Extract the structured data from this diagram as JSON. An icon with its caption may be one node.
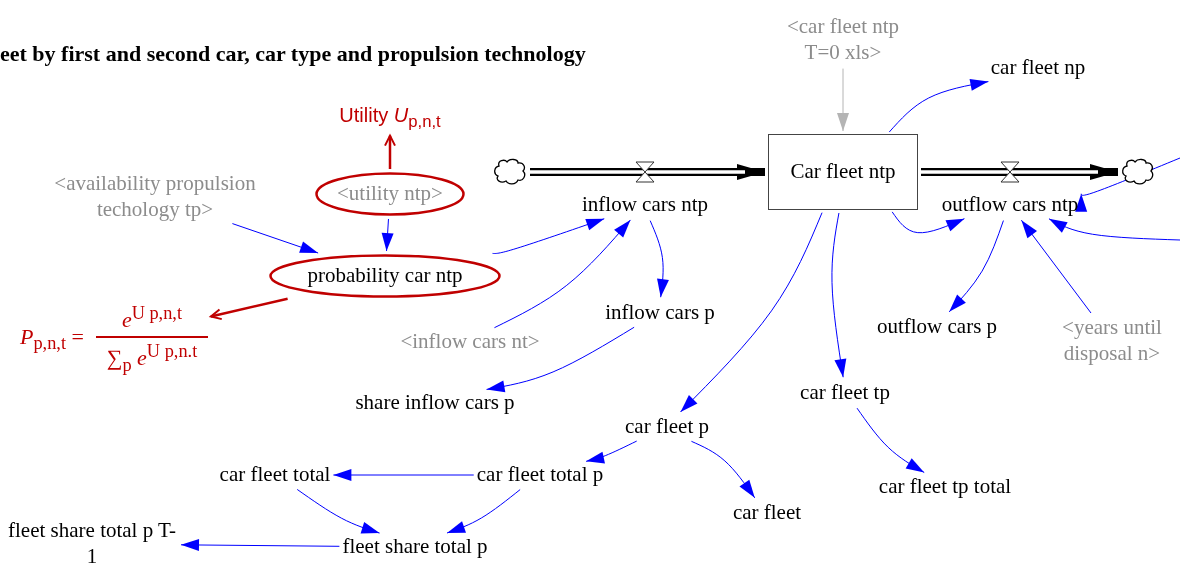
{
  "diagram": {
    "title": "eet by first and second car, car type and propulsion technology",
    "nodes": [
      {
        "text": [
          "Utility *U*$_{p,n,t}$"
        ]
      },
      {
        "text": [
          "<utility ntp>"
        ]
      },
      {
        "text": [
          "<availability propulsion techology tp>"
        ]
      },
      {
        "text": [
          "probability car ntp"
        ]
      },
      {
        "text": [
          "*P*$_{p,n,t}$ =",
          "*e*$^{U p,n,t}$",
          "∑$_{p}$ *e*$^{U p,n.t}$"
        ]
      },
      {
        "text": [],
        "shape": "cloud"
      },
      {
        "text": [
          "inflow cars ntp"
        ]
      },
      {
        "text": [
          "Car fleet ntp"
        ]
      },
      {
        "text": [
          "outflow cars ntp"
        ]
      },
      {
        "text": [],
        "shape": "cloud"
      },
      {
        "text": [
          "<car fleet ntp T=0 xls>"
        ]
      },
      {
        "text": [
          "car fleet np"
        ]
      },
      {
        "text": [
          "<inflow cars nt>"
        ]
      },
      {
        "text": [
          "inflow cars p"
        ]
      },
      {
        "text": [
          "share inflow cars p"
        ]
      },
      {
        "text": [
          "outflow cars p"
        ]
      },
      {
        "text": [
          "<years until disposal n>"
        ]
      },
      {
        "text": [
          "car fleet tp"
        ]
      },
      {
        "text": [
          "car fleet p"
        ]
      },
      {
        "text": [
          "car fleet tp total"
        ]
      },
      {
        "text": [
          "car fleet"
        ]
      },
      {
        "text": [
          "car fleet total"
        ]
      },
      {
        "text": [
          "car fleet total p"
        ]
      },
      {
        "text": [
          "fleet share total p"
        ]
      },
      {
        "text": [
          "fleet share total p T-1"
        ]
      }
    ],
    "edges": [
      {
        "from": 1,
        "to": 0,
        "arrow": "to",
        "color": "#c00000"
      },
      {
        "from": 1,
        "to": 3,
        "arrow": "to"
      },
      {
        "from": 2,
        "to": 3,
        "arrow": "to"
      },
      {
        "from": 3,
        "to": 4,
        "arrow": "to",
        "color": "#c00000"
      },
      {
        "from": 5,
        "to": 7,
        "arrow": "to",
        "style": "thick",
        "color": "#000000"
      },
      {
        "from": 7,
        "to": 9,
        "arrow": "to",
        "style": "thick",
        "color": "#000000"
      },
      {
        "from": 3,
        "to": 6,
        "arrow": "to"
      },
      {
        "from": 12,
        "to": 6,
        "arrow": "to"
      },
      {
        "from": 6,
        "to": 13,
        "arrow": "to"
      },
      {
        "from": 13,
        "to": 14,
        "arrow": "to"
      },
      {
        "from": 10,
        "to": 7,
        "arrow": "to",
        "color": "#b4b4b4"
      },
      {
        "from": 7,
        "to": 11,
        "arrow": "to"
      },
      {
        "from": 7,
        "to": 8,
        "arrow": "to"
      },
      {
        "from": null,
        "to": 8,
        "arrow": "to"
      },
      {
        "from": null,
        "to": 8,
        "arrow": "to"
      },
      {
        "from": 8,
        "to": 15,
        "arrow": "to"
      },
      {
        "from": 16,
        "to": 8,
        "arrow": "to"
      },
      {
        "from": 7,
        "to": 18,
        "arrow": "to"
      },
      {
        "from": 7,
        "to": 17,
        "arrow": "to"
      },
      {
        "from": 17,
        "to": 19,
        "arrow": "to"
      },
      {
        "from": 18,
        "to": 22,
        "arrow": "to"
      },
      {
        "from": 18,
        "to": 20,
        "arrow": "to"
      },
      {
        "from": 22,
        "to": 21,
        "arrow": "to"
      },
      {
        "from": 21,
        "to": 23,
        "arrow": "to"
      },
      {
        "from": 22,
        "to": 23,
        "arrow": "to"
      },
      {
        "from": 23,
        "to": 24,
        "arrow": "to"
      }
    ]
  }
}
